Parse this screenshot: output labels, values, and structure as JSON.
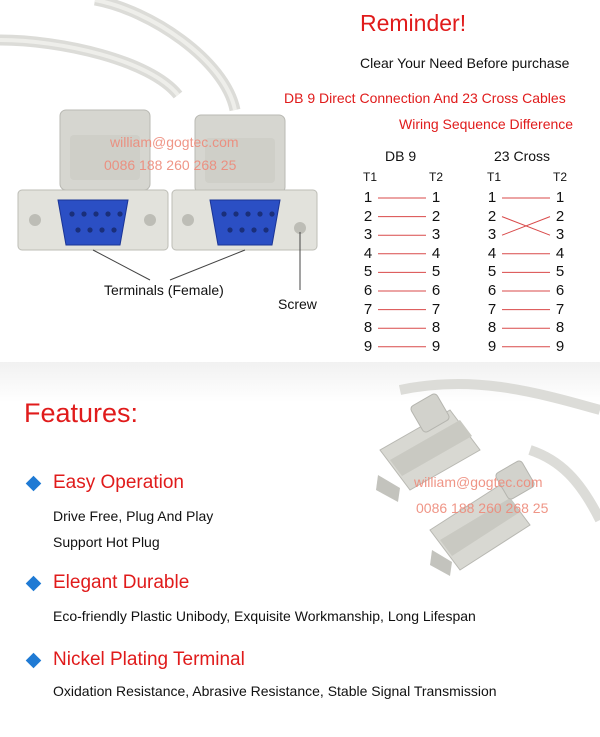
{
  "reminder": {
    "title": "Reminder!",
    "subtitle": "Clear Your Need Before purchase",
    "note_line1": "DB 9 Direct Connection And 23 Cross Cables",
    "note_line2": "Wiring Sequence Difference"
  },
  "watermark": {
    "email": "william@gogtec.com",
    "phone": "0086 188 260 268 25"
  },
  "photo_labels": {
    "terminals": "Terminals (Female)",
    "screw": "Screw"
  },
  "wiring": {
    "direct": {
      "title": "DB 9",
      "left_header": "T1",
      "right_header": "T2",
      "pins": [
        "1",
        "2",
        "3",
        "4",
        "5",
        "6",
        "7",
        "8",
        "9"
      ]
    },
    "cross": {
      "title": "23 Cross",
      "left_header": "T1",
      "right_header": "T2",
      "pins": [
        "1",
        "2",
        "3",
        "4",
        "5",
        "6",
        "7",
        "8",
        "9"
      ]
    }
  },
  "features": {
    "heading": "Features:",
    "items": [
      {
        "title": "Easy Operation",
        "lines": [
          "Drive Free, Plug And Play",
          "Support Hot Plug"
        ]
      },
      {
        "title": "Elegant Durable",
        "lines": [
          "Eco-friendly Plastic Unibody, Exquisite Workmanship, Long Lifespan"
        ]
      },
      {
        "title": "Nickel Plating Terminal",
        "lines": [
          "Oxidation Resistance, Abrasive Resistance, Stable Signal Transmission"
        ]
      }
    ]
  },
  "colors": {
    "accent_red": "#e01b1b",
    "diamond_blue": "#1f7ad4",
    "wire_red": "#d94a4a",
    "connector_blue": "#2b4fc4",
    "plastic_grey": "#d8d8d4"
  }
}
